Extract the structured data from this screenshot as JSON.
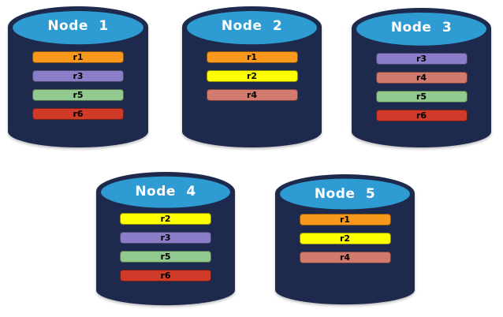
{
  "colors": {
    "background": "#FFFFFF",
    "cylinder_body": "#1D2A4D",
    "cylinder_top": "#2F9BD3",
    "node_title_text": "#FFFFFF",
    "replica_label_text": "#000000"
  },
  "icons": {
    "node_shape": "database-cylinder"
  },
  "replica_colors": {
    "r1": "#F8991D",
    "r2": "#FDFF00",
    "r3": "#8B7EC8",
    "r4": "#D17A6D",
    "r5": "#92C98E",
    "r6": "#D03A28"
  },
  "nodes": [
    {
      "label": "Node 1",
      "replicas": [
        "r1",
        "r3",
        "r5",
        "r6"
      ]
    },
    {
      "label": "Node 2",
      "replicas": [
        "r1",
        "r2",
        "r4"
      ]
    },
    {
      "label": "Node 3",
      "replicas": [
        "r3",
        "r4",
        "r5",
        "r6"
      ]
    },
    {
      "label": "Node 4",
      "replicas": [
        "r2",
        "r3",
        "r5",
        "r6"
      ]
    },
    {
      "label": "Node 5",
      "replicas": [
        "r1",
        "r2",
        "r4"
      ]
    }
  ]
}
